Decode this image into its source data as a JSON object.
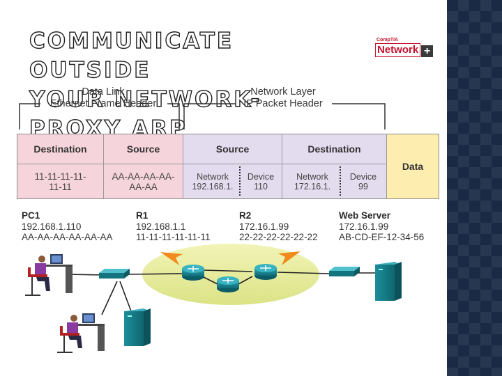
{
  "slide": {
    "title_line1": "COMMUNICATE OUTSIDE",
    "title_line2": "YOUR NETWORK- PROXY ARP",
    "logo": {
      "brand": "CompTIA",
      "word": "Network",
      "plus": "+"
    }
  },
  "headers": {
    "data_link": [
      "Data Link",
      "Ethernet Frame Header"
    ],
    "network_layer": [
      "Network Layer",
      "IP Packet Header"
    ]
  },
  "frame_table": {
    "columns": [
      "Destination",
      "Source",
      "Source",
      "Destination",
      "Data"
    ],
    "mac_destination": [
      "11-11-11-11-",
      "11-11"
    ],
    "mac_source": [
      "AA-AA-AA-AA-",
      "AA-AA"
    ],
    "ip_source": {
      "network": [
        "Network",
        "192.168.1."
      ],
      "device": [
        "Device",
        "110"
      ]
    },
    "ip_destination": {
      "network": [
        "Network",
        "172.16.1."
      ],
      "device": [
        "Device",
        "99"
      ]
    }
  },
  "devices": [
    {
      "name": "PC1",
      "ip": "192.168.1.110",
      "mac": "AA-AA-AA-AA-AA-AA"
    },
    {
      "name": "R1",
      "ip": "192.168.1.1",
      "mac": "11-11-11-11-11-11"
    },
    {
      "name": "R2",
      "ip": "172.16.1.99",
      "mac": "22-22-22-22-22-22"
    },
    {
      "name": "Web Server",
      "ip": "172.16.1.99",
      "mac": "AB-CD-EF-12-34-56"
    }
  ],
  "colors": {
    "mac_header": "#f6d4dc",
    "ip_header": "#e3dbee",
    "data": "#fdeeb0",
    "router": "#1a7e8c",
    "wan_cloud": "#e6ec9a",
    "arrow": "#f08a1c",
    "side_panel": "#1a2a44"
  }
}
